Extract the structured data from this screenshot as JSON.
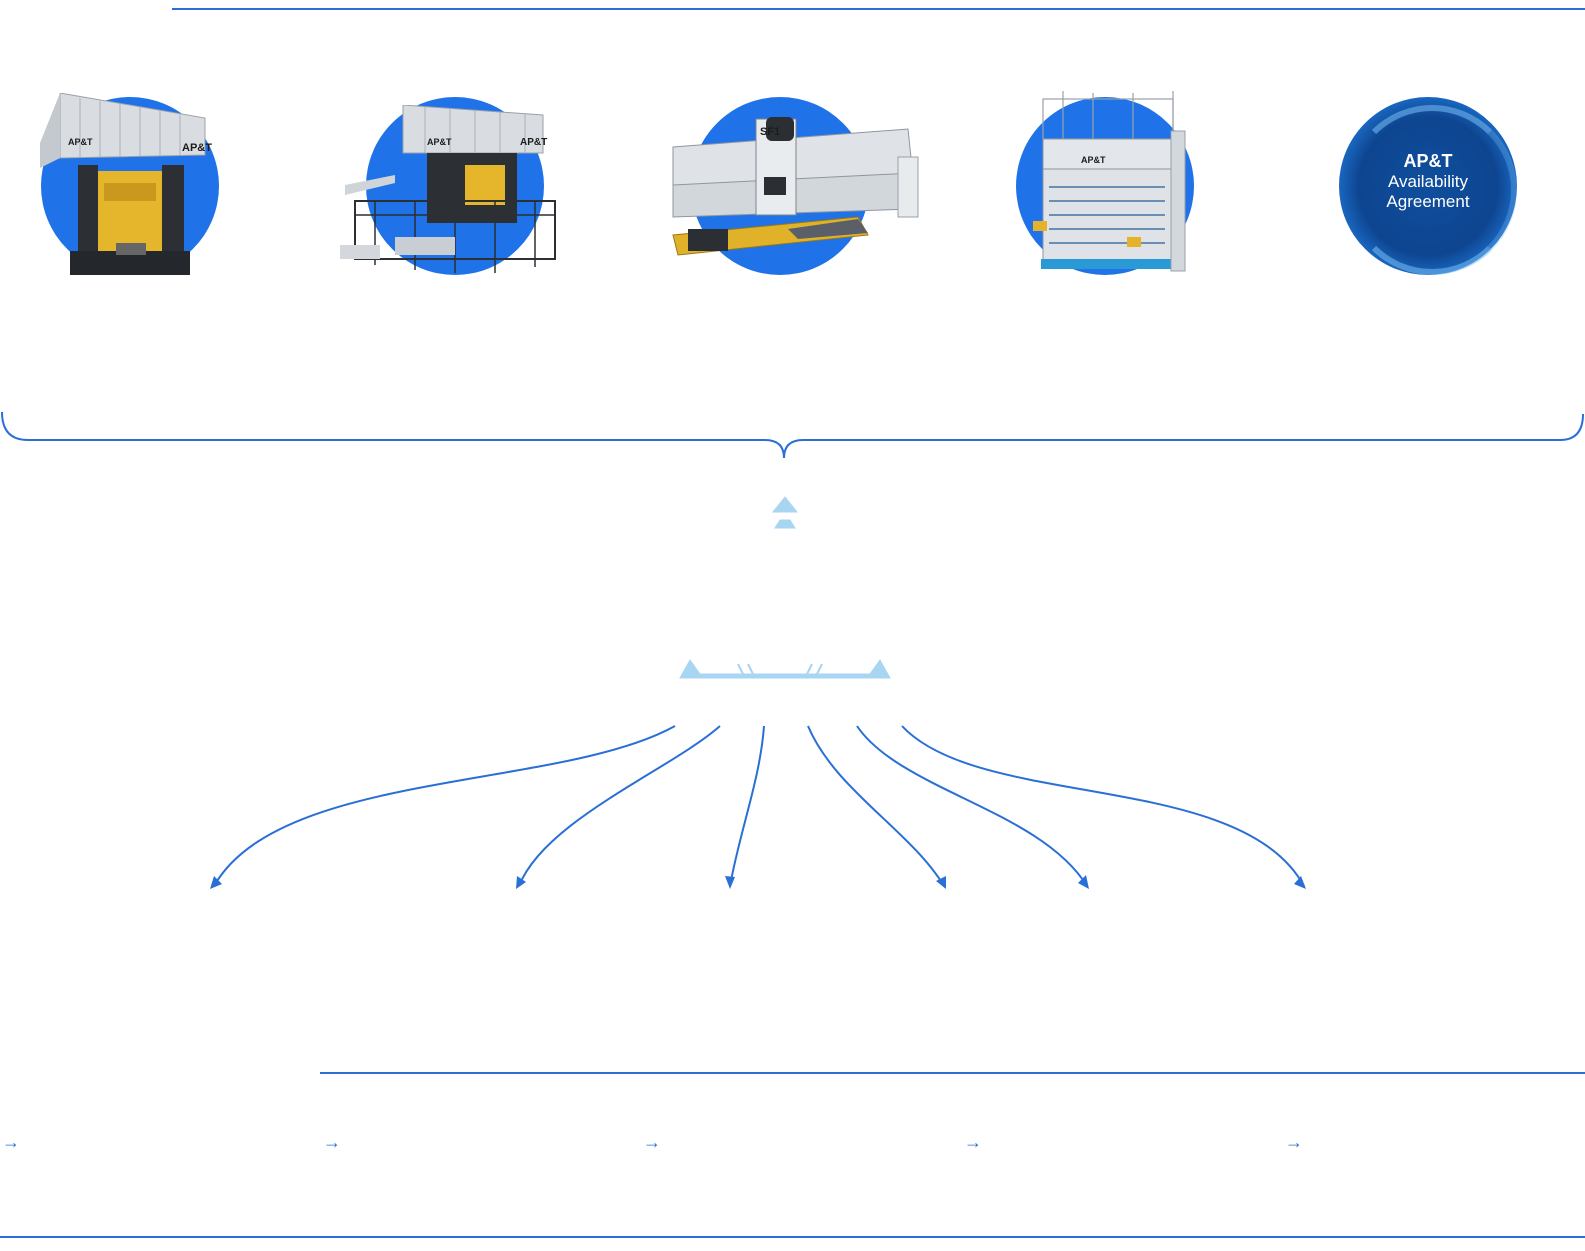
{
  "header": {
    "title": ""
  },
  "products": [
    {
      "id": "press",
      "caption": "",
      "badge_text": "AP&T"
    },
    {
      "id": "press-line",
      "caption": "",
      "badge_text": "AP&T"
    },
    {
      "id": "servo-feeder",
      "caption": "",
      "badge_text": "SF1"
    },
    {
      "id": "furnace",
      "caption": "",
      "badge_text": "AP&T"
    },
    {
      "id": "availability",
      "caption": "",
      "badge_lines": [
        "AP&T",
        "Availability",
        "Agreement"
      ]
    }
  ],
  "center_logo": {
    "text": ""
  },
  "outcomes": [
    "",
    "",
    "",
    "",
    "",
    ""
  ],
  "features": {
    "title": "",
    "items": [
      {
        "arrow": "→",
        "text": ""
      },
      {
        "arrow": "→",
        "text": ""
      },
      {
        "arrow": "→",
        "text": ""
      },
      {
        "arrow": "→",
        "text": ""
      },
      {
        "arrow": "→",
        "text": ""
      }
    ]
  },
  "colors": {
    "accent": "#2a6fd6",
    "disc": "#1f72e8",
    "logo": "#9fd0f0"
  }
}
